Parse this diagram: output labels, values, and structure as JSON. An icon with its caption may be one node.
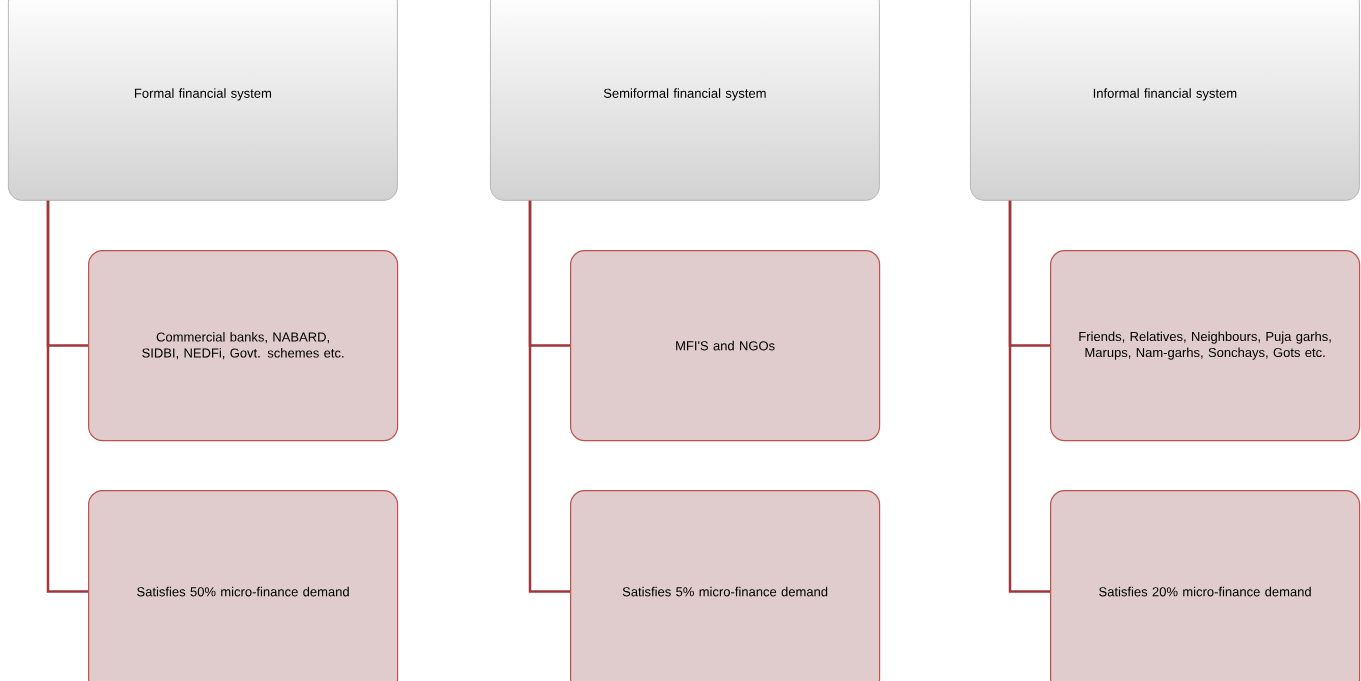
{
  "diagram": {
    "nodes": [
      {
        "text": [
          "Formal financial system"
        ]
      },
      {
        "text": [
          "Commercial banks, NABARD, SIDBI, NEDFi, Govt. schemes etc."
        ]
      },
      {
        "text": [
          "Satisfies 50% micro-finance demand"
        ]
      },
      {
        "text": [
          "Semiformal financial system"
        ]
      },
      {
        "text": [
          "MFI'S and NGOs"
        ]
      },
      {
        "text": [
          "Satisfies 5% micro-finance demand"
        ]
      },
      {
        "text": [
          "Informal financial system"
        ]
      },
      {
        "text": [
          "Friends, Relatives, Neighbours, Puja garhs, Marups, Nam-garhs, Sonchays, Gots etc."
        ]
      },
      {
        "text": [
          "Satisfies 20% micro-finance demand"
        ]
      }
    ],
    "edges": [
      {
        "from": 0,
        "to": 1,
        "arrow": "none"
      },
      {
        "from": 0,
        "to": 2,
        "arrow": "none"
      },
      {
        "from": 3,
        "to": 4,
        "arrow": "none"
      },
      {
        "from": 3,
        "to": 5,
        "arrow": "none"
      },
      {
        "from": 6,
        "to": 7,
        "arrow": "none"
      },
      {
        "from": 6,
        "to": 8,
        "arrow": "none"
      }
    ]
  }
}
